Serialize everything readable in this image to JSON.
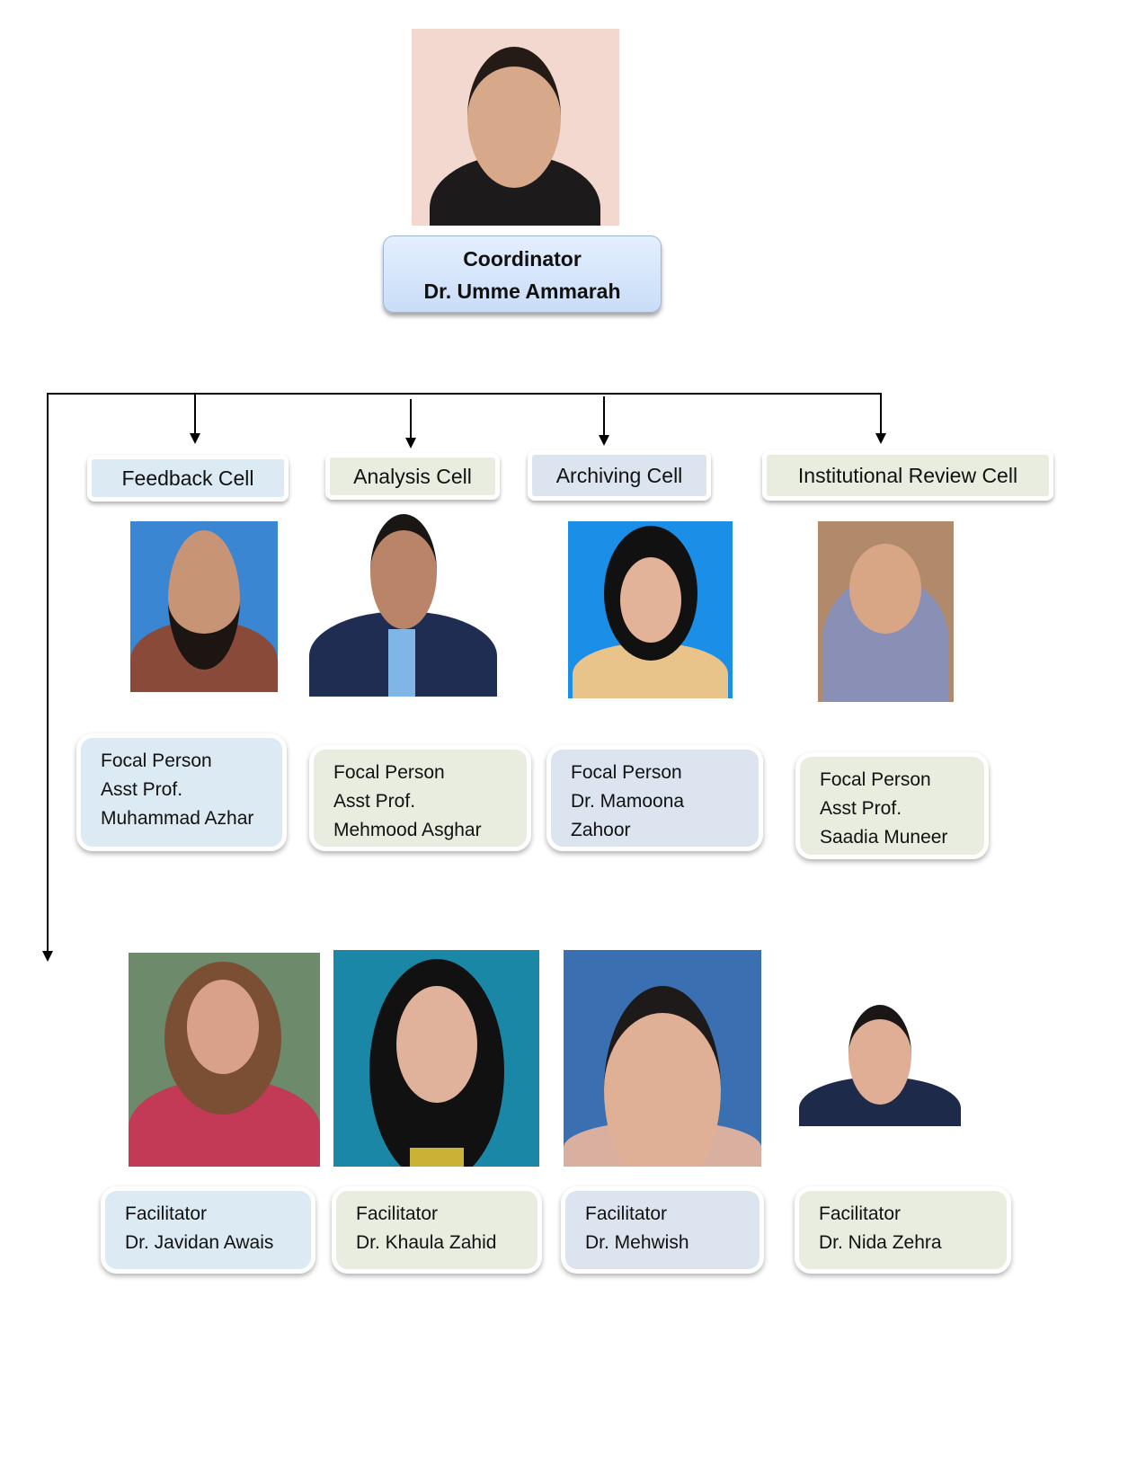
{
  "coordinator": {
    "title": "Coordinator",
    "name": "Dr. Umme Ammarah"
  },
  "cells": [
    {
      "label": "Feedback Cell",
      "focal": {
        "role": "Focal Person",
        "line2": "Asst Prof.",
        "line3": "Muhammad Azhar"
      },
      "facilitator": {
        "role": "Facilitator",
        "name": "Dr. Javidan Awais"
      }
    },
    {
      "label": "Analysis Cell",
      "focal": {
        "role": "Focal Person",
        "line2": "Asst Prof.",
        "line3": "Mehmood Asghar"
      },
      "facilitator": {
        "role": "Facilitator",
        "name": "Dr. Khaula Zahid"
      }
    },
    {
      "label": "Archiving Cell",
      "focal": {
        "role": "Focal Person",
        "line2": "Dr. Mamoona",
        "line3": "Zahoor"
      },
      "facilitator": {
        "role": "Facilitator",
        "name": "Dr. Mehwish"
      }
    },
    {
      "label": "Institutional Review Cell",
      "focal": {
        "role": "Focal Person",
        "line2": "Asst Prof.",
        "line3": "Saadia Muneer"
      },
      "facilitator": {
        "role": "Facilitator",
        "name": "Dr. Nida Zehra"
      }
    }
  ],
  "colors": {
    "blue": "#dbeaf3",
    "green": "#e9eddf",
    "grey": "#dce5ef",
    "coordinator": "#cfe0f8"
  }
}
